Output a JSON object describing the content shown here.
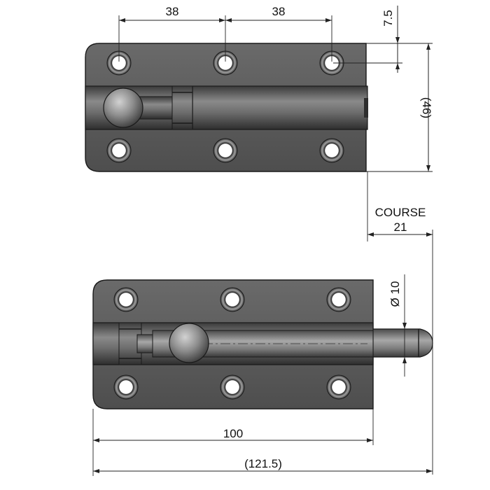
{
  "dimensions": {
    "hole_spacing_left": "38",
    "hole_spacing_right": "38",
    "hole_offset": "7.5",
    "plate_height": "(46)",
    "stroke_label": "COURSE",
    "stroke_value": "21",
    "bolt_diameter": "Ø 10",
    "plate_length": "100",
    "overall_length": "(121.5)"
  },
  "colors": {
    "plate": "#5e5e5e",
    "plate_dark": "#3c3c3c",
    "bolt_light": "#9a9a9a",
    "line": "#1a1a1a",
    "background": "#ffffff"
  }
}
